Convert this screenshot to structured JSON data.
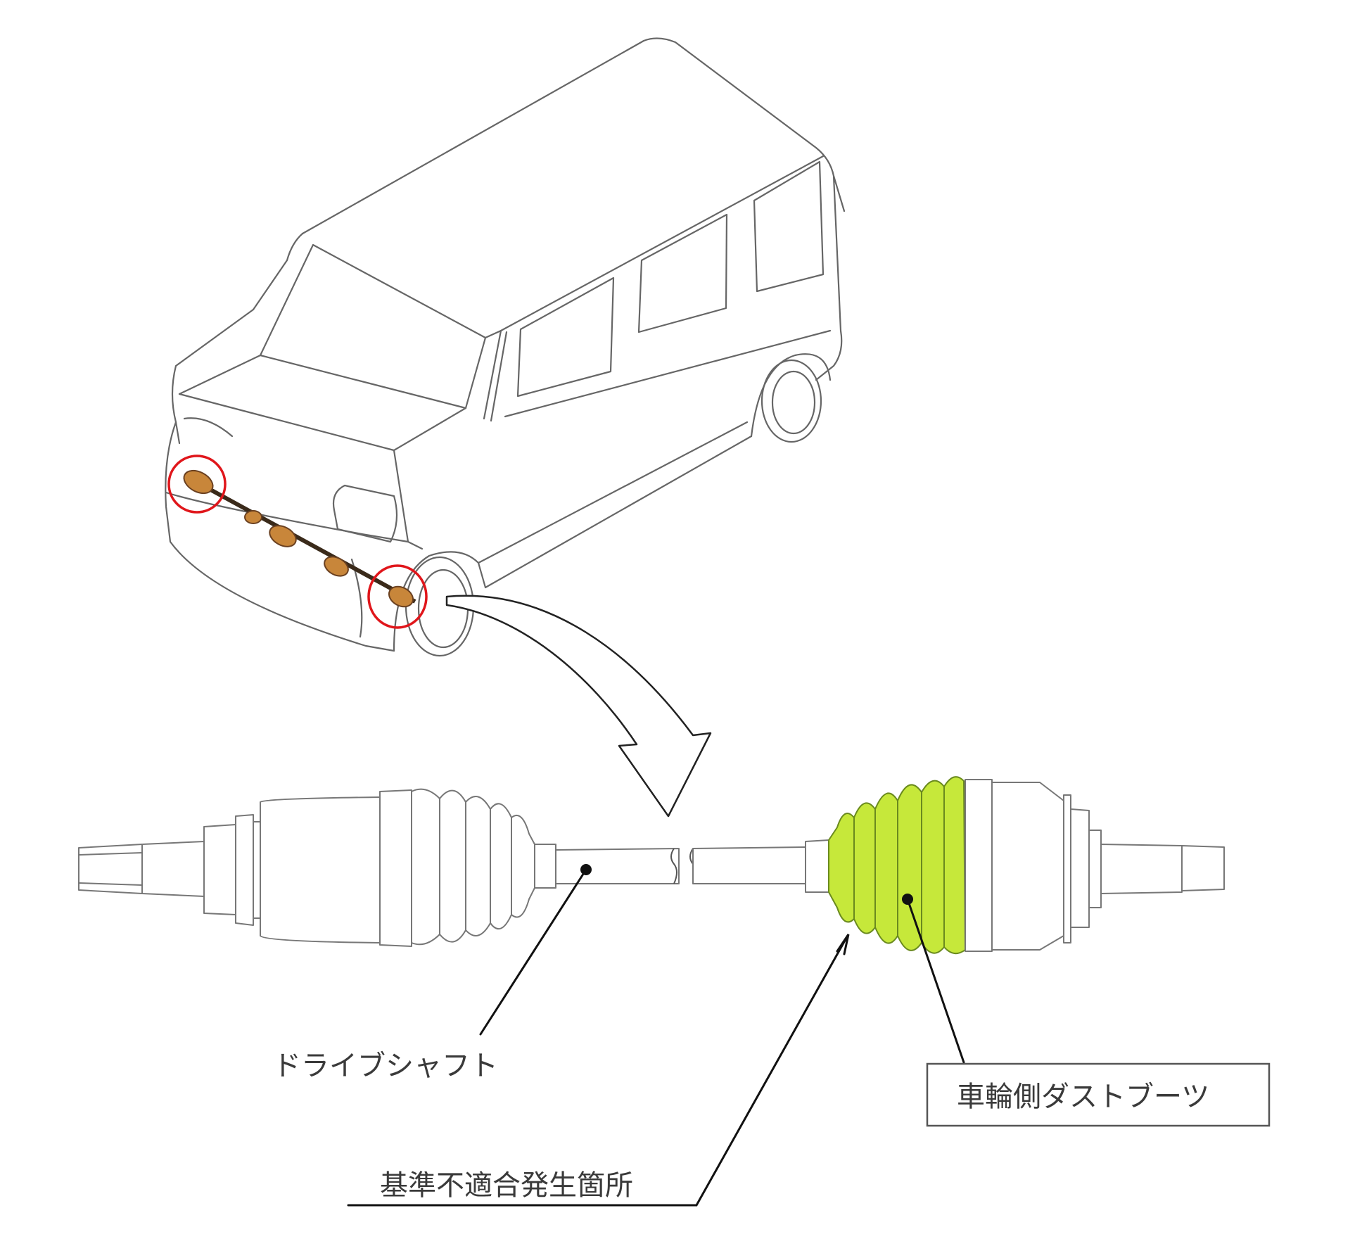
{
  "labels": {
    "drive_shaft": "ドライブシャフト",
    "wheel_side_boot": "車輪側ダストブーツ",
    "defect_location": "基準不適合発生箇所"
  },
  "colors": {
    "line": "#555555",
    "leader": "#111111",
    "highlight_boot": "#c6e83a",
    "shaft_part": "#c8863a",
    "circle_marker": "#e0161b"
  },
  "icons": {
    "vehicle": "vehicle-outline-icon",
    "arrow": "curved-hollow-arrow-icon"
  }
}
